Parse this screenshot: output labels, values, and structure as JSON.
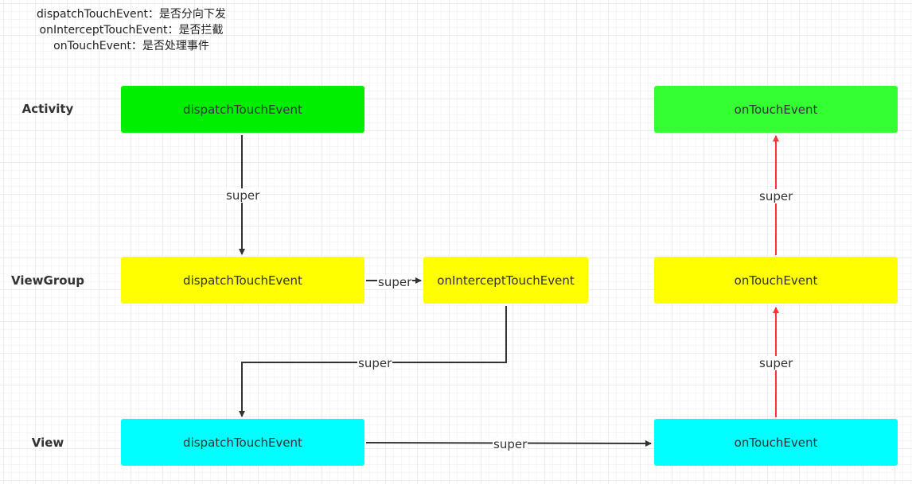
{
  "legend": [
    "dispatchTouchEvent：是否分向下发",
    "onInterceptTouchEvent：是否拦截",
    "onTouchEvent：是否处理事件"
  ],
  "rows": {
    "activity": "Activity",
    "viewgroup": "ViewGroup",
    "view": "View"
  },
  "nodes": {
    "activity_dispatch": "dispatchTouchEvent",
    "activity_touch": "onTouchEvent",
    "viewgroup_dispatch": "dispatchTouchEvent",
    "viewgroup_intercept": "onInterceptTouchEvent",
    "viewgroup_touch": "onTouchEvent",
    "view_dispatch": "dispatchTouchEvent",
    "view_touch": "onTouchEvent"
  },
  "edges": {
    "activity_to_viewgroup": "super",
    "dispatch_to_intercept": "super",
    "intercept_to_view": "super",
    "view_dispatch_to_touch": "super",
    "view_touch_to_viewgroup": "super",
    "viewgroup_touch_to_activity": "super"
  },
  "colors": {
    "activity_dispatch": "#00ee00",
    "activity_touch": "#33ff33",
    "viewgroup": "#ffff00",
    "view": "#00ffff",
    "arrow": "#333333",
    "return_arrow": "#ff3333"
  }
}
